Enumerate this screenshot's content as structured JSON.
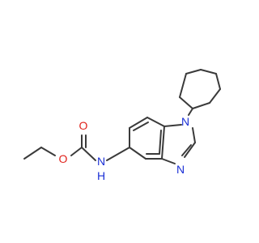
{
  "molecule": {
    "atoms": {
      "carbonyl_o": {
        "label": "O",
        "color": "#e0221b"
      },
      "ester_o": {
        "label": "O",
        "color": "#e0221b"
      },
      "amide_n": {
        "label": "N",
        "color": "#1a2fd6"
      },
      "amide_h": {
        "label": "H",
        "color": "#1a2fd6"
      },
      "n1": {
        "label": "N",
        "color": "#1a2fd6"
      },
      "n3": {
        "label": "N",
        "color": "#1a2fd6"
      }
    },
    "bond_color": "#3a3a3a"
  }
}
